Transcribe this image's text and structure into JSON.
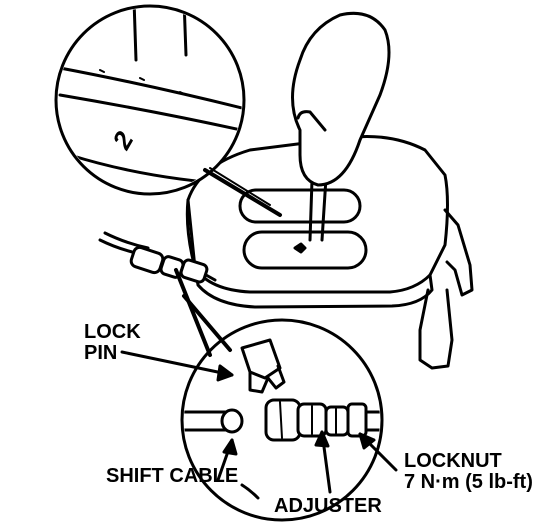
{
  "labels": {
    "lock": "LOCK",
    "pin": "PIN",
    "shift_cable": "SHIFT CABLE",
    "adjuster": "ADJUSTER",
    "locknut": "LOCKNUT",
    "torque": "7 N·m (5 lb-ft)"
  },
  "indicator_glyph": "2",
  "colors": {
    "ink": "#000000",
    "paper": "#ffffff"
  }
}
